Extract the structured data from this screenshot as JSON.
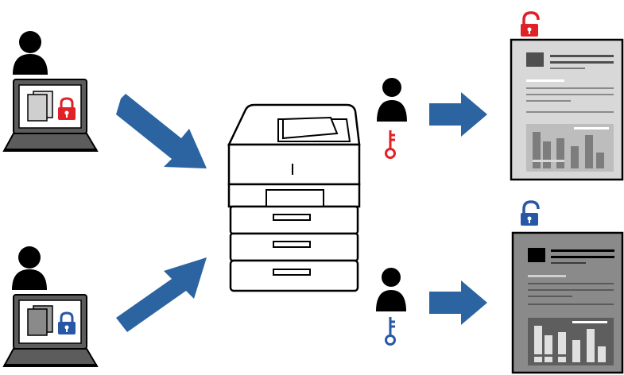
{
  "colors": {
    "background": "#ffffff",
    "outline": "#000000",
    "arrow": "#2b64a0",
    "lock_red": "#e02127",
    "lock_blue": "#2858a5",
    "key_red": "#e02127",
    "key_blue": "#2858a5",
    "laptop_body": "#5c5c5c",
    "screen_bg": "#ffffff",
    "doc_light_bg": "#d8d8d8",
    "doc_dark_bg": "#8a8a8a",
    "doc_block": "#4f4f4f",
    "printer_body": "#ffffff"
  },
  "icons": {
    "sender_top": "person-icon",
    "sender_bottom": "person-icon",
    "laptop_top": "laptop-icon",
    "laptop_bottom": "laptop-icon",
    "printer": "printer-icon",
    "user_top": "person-icon",
    "user_bottom": "person-icon",
    "key_top": "key-icon",
    "key_bottom": "key-icon",
    "lock_top": "unlocked-padlock-icon",
    "lock_bottom": "unlocked-padlock-icon",
    "doc_top": "printed-document-icon",
    "doc_bottom": "printed-document-icon"
  },
  "flows": [
    {
      "from": "laptop_top",
      "to": "printer",
      "lock_color": "red"
    },
    {
      "from": "laptop_bottom",
      "to": "printer",
      "lock_color": "blue"
    },
    {
      "from": "key_top",
      "to": "doc_top",
      "lock_color": "red",
      "doc_tone": "light"
    },
    {
      "from": "key_bottom",
      "to": "doc_bottom",
      "lock_color": "blue",
      "doc_tone": "dark"
    }
  ]
}
